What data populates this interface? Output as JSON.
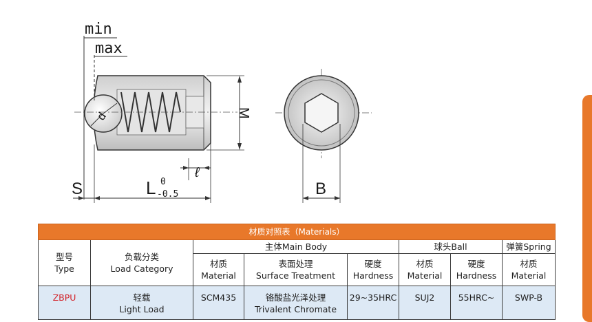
{
  "drawing": {
    "dim_min": "min",
    "dim_max": "max",
    "dim_d": "d",
    "dim_M": "M",
    "dim_S": "S",
    "dim_L": "L",
    "dim_L_upper_tol": "0",
    "dim_L_lower_tol": "-0.5",
    "dim_l": "ℓ",
    "dim_B": "B"
  },
  "table": {
    "title": "材质对照表（Materials）",
    "group_headers": {
      "type": [
        "型号",
        "Type"
      ],
      "load_category": [
        "负载分类",
        "Load Category"
      ],
      "main_body": "主体Main Body",
      "ball": "球头Ball",
      "spring": "弹簧Spring"
    },
    "sub_headers": {
      "material": [
        "材质",
        "Material"
      ],
      "surface_treatment": [
        "表面处理",
        "Surface Treatment"
      ],
      "hardness": [
        "硬度",
        "Hardness"
      ],
      "ball_material": [
        "材质",
        "Material"
      ],
      "ball_hardness": [
        "硬度",
        "Hardness"
      ],
      "spring_material": [
        "材质",
        "Material"
      ]
    },
    "rows": [
      {
        "type": "ZBPU",
        "load_category": [
          "轻载",
          "Light Load"
        ],
        "material": "SCM435",
        "surface_treatment": [
          "铬酸盐光泽处理",
          "Trivalent Chromate"
        ],
        "hardness": "29~35HRC",
        "ball_material": "SUJ2",
        "ball_hardness": "55HRC~",
        "spring_material": "SWP-B"
      }
    ]
  },
  "colors": {
    "header_orange": "#e8782a",
    "row_blue": "#dde9f5",
    "type_code_red": "#d2232a"
  }
}
